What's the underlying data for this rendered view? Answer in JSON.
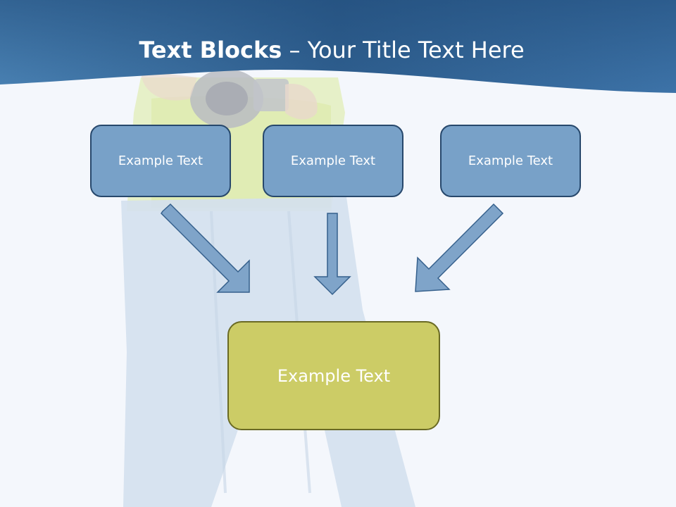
{
  "title": {
    "bold": "Text Blocks",
    "dash": " – ",
    "rest": "Your Title Text Here"
  },
  "blocks": [
    "Example Text",
    "Example Text",
    "Example Text"
  ],
  "target": "Example Text",
  "colors": {
    "header": "#3a6e9f",
    "block_fill": "#78a1c8",
    "block_border": "#27486c",
    "target_fill": "#cccc66",
    "target_border": "#6a6a24",
    "arrow_fill": "#7fa4c9",
    "arrow_stroke": "#35608c"
  }
}
